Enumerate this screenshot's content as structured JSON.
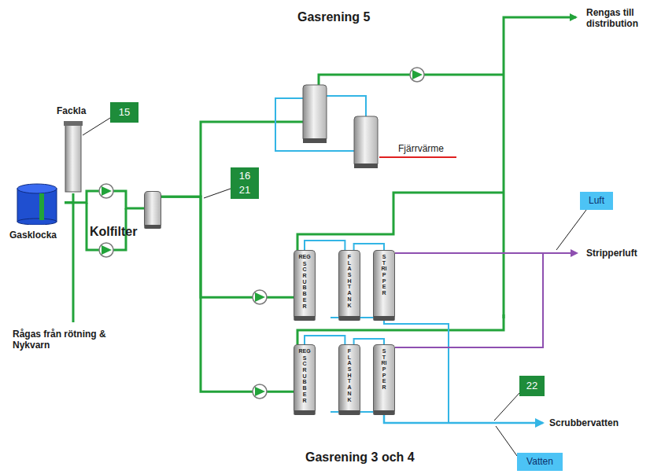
{
  "diagram": {
    "nodes": [
      {
        "text": [
          "Gasklocka"
        ]
      },
      {
        "text": [
          "Fackla"
        ]
      },
      {
        "text": [
          "Kolfilter"
        ]
      },
      {
        "text": [
          "SCRUBBER",
          "REG"
        ]
      },
      {
        "text": [
          "FLASHTANK"
        ]
      },
      {
        "text": [
          "STRIPPER"
        ]
      },
      {
        "text": [
          "SCRUBBER",
          "REG"
        ]
      },
      {
        "text": [
          "FLASHTANK"
        ]
      },
      {
        "text": [
          "STRIPPER"
        ]
      }
    ],
    "edges": [
      {
        "from": 0,
        "to": 1,
        "arrow": "none"
      },
      {
        "from": 0,
        "to": 2,
        "arrow": "none"
      },
      {
        "from": 2,
        "to": 3,
        "arrow": "none"
      },
      {
        "from": 2,
        "to": 6,
        "arrow": "none"
      },
      {
        "from": 3,
        "to": 4,
        "arrow": "none"
      },
      {
        "from": 4,
        "to": 5,
        "arrow": "none"
      },
      {
        "from": 6,
        "to": 7,
        "arrow": "none"
      },
      {
        "from": 7,
        "to": 8,
        "arrow": "none"
      }
    ],
    "labels": [
      "15",
      "16",
      "21",
      "Gasrening 5",
      "Rengas till distribution",
      "Fjärrvärme",
      "Luft",
      "Stripperluft",
      "22",
      "Scrubbervatten",
      "Vatten",
      "Gasrening 3 och 4",
      "Rågas från rötning & Nykvarn"
    ]
  }
}
